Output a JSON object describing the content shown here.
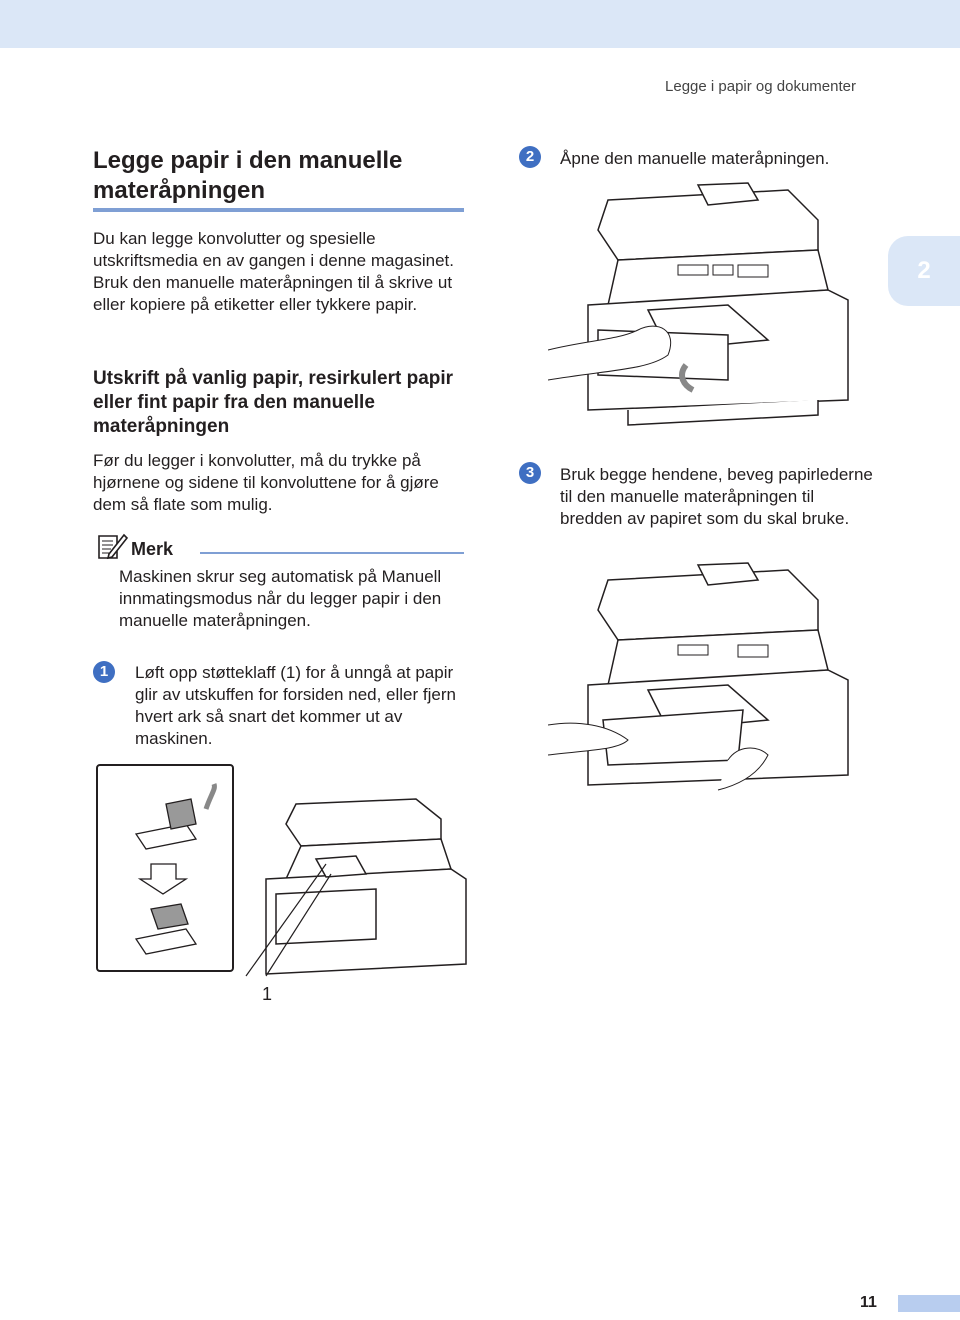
{
  "header": {
    "running_title": "Legge i papir og dokumenter"
  },
  "chapter_tab": {
    "number": "2"
  },
  "section": {
    "title": "Legge papir i den manuelle materåpningen",
    "intro": "Du kan legge konvolutter og spesielle utskriftsmedia en av gangen i denne magasinet. Bruk den manuelle materåpningen til å skrive ut eller kopiere på etiketter eller tykkere papir."
  },
  "subsection": {
    "title": "Utskrift på vanlig papir, resirkulert papir eller fint papir fra den manuelle materåpningen",
    "intro": "Før du legger i konvolutter, må du trykke på hjørnene og sidene til konvoluttene for å gjøre dem så flate som mulig."
  },
  "note": {
    "icon": "pencil-note-icon",
    "title": "Merk",
    "body": "Maskinen skrur seg automatisk på Manuell innmatingsmodus når du legger papir i den manuelle materåpningen."
  },
  "steps": [
    {
      "number": "1",
      "text": "Løft opp støtteklaff (1) for å unngå at papir glir av utskuffen for forsiden ned, eller fjern hvert ark så snart det kommer ut av maskinen."
    },
    {
      "number": "2",
      "text": "Åpne den manuelle materåpningen."
    },
    {
      "number": "3",
      "text": "Bruk begge hendene, beveg papirlederne til den manuelle materåpningen til bredden av papiret som du skal bruke."
    }
  ],
  "figure1": {
    "callout": "1"
  },
  "footer": {
    "page_number": "11"
  },
  "colors": {
    "accent": "#3f6fc2",
    "rule": "#7f9fd4",
    "band": "#dbe7f7"
  }
}
